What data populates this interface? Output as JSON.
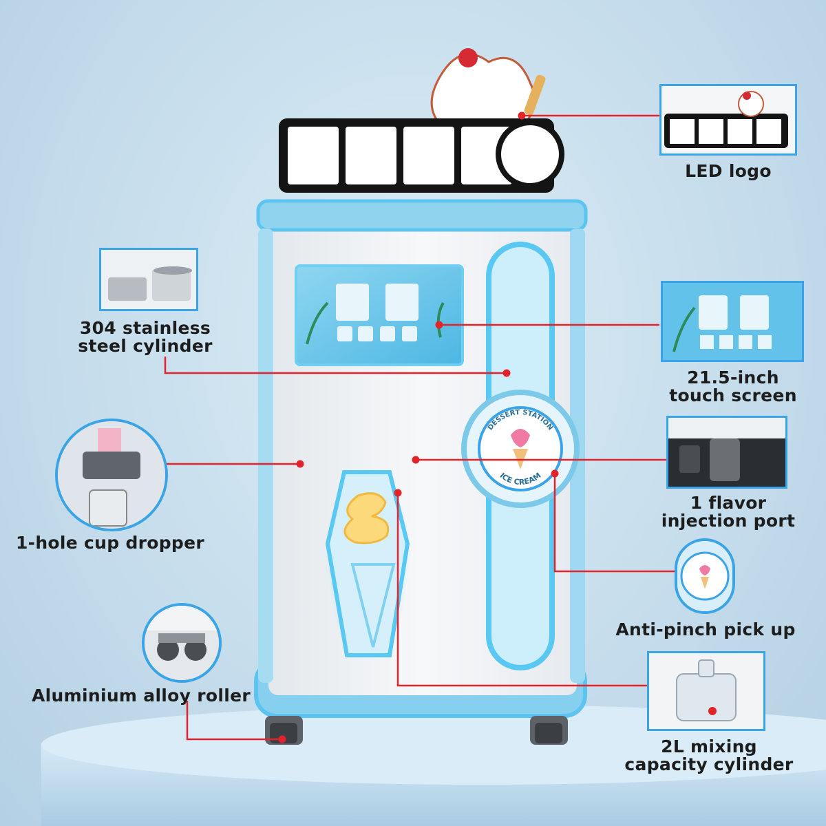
{
  "colors": {
    "callout_line": "#e2232a",
    "machine_body": "#f4f6f8",
    "machine_trim": "#7cc9ea",
    "neon_glow": "#59c8f2",
    "thumb_border": "#3aa4e6"
  },
  "machine": {
    "badge_top_text": "DESSERT STATION",
    "badge_bottom_text": "ICE CREAM"
  },
  "callouts": {
    "led_logo": "LED logo",
    "steel_cylinder_line1": "304 stainless",
    "steel_cylinder_line2": "steel cylinder",
    "touch_screen_line1": "21.5-inch",
    "touch_screen_line2": "touch screen",
    "cup_dropper": "1-hole cup dropper",
    "flavor_port_line1": "1 flavor",
    "flavor_port_line2": "injection port",
    "anti_pinch": "Anti-pinch pick up",
    "roller": "Aluminium alloy roller",
    "mixing_line1": "2L mixing",
    "mixing_line2": "capacity cylinder"
  }
}
